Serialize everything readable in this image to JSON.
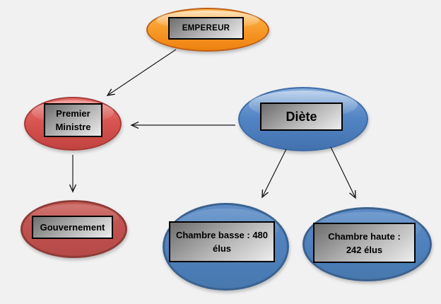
{
  "diagram": {
    "title_hint": "Structure institutionnelle (Empereur / Premier Ministre / Diète)",
    "background_color": "#f1f1f2",
    "arrow_color": "#1a1a1a",
    "label_box_style": {
      "text_color": "#000000",
      "gradient_from": "#6d6d6d",
      "gradient_to": "#ededed",
      "border_color": "#000000"
    },
    "nodes": [
      {
        "id": "empereur",
        "shape": "ellipse",
        "fill": "#f79928",
        "border": "#bd6018",
        "label_lines": [
          "EMPEREUR"
        ]
      },
      {
        "id": "premier-ministre",
        "shape": "ellipse",
        "fill": "#d5514d",
        "border": "#a63a37",
        "label_lines": [
          "Premier",
          "Ministre"
        ]
      },
      {
        "id": "diete",
        "shape": "ellipse",
        "fill": "#5385c5",
        "border": "#3e6ba6",
        "label_lines": [
          "Diète"
        ]
      },
      {
        "id": "gouvernement",
        "shape": "ellipse",
        "fill": "#bf504d",
        "border": "#8f3b38",
        "label_lines": [
          "Gouvernement"
        ]
      },
      {
        "id": "chambre-basse",
        "shape": "ellipse",
        "fill": "#4f81bd",
        "border": "#3b628f",
        "label_lines": [
          "Chambre basse : 480",
          "élus"
        ]
      },
      {
        "id": "chambre-haute",
        "shape": "ellipse",
        "fill": "#4f81bd",
        "border": "#3b628f",
        "label_lines": [
          "Chambre haute :",
          "242 élus"
        ]
      }
    ],
    "edges": [
      {
        "from": "empereur",
        "to": "premier-ministre"
      },
      {
        "from": "diete",
        "to": "premier-ministre"
      },
      {
        "from": "premier-ministre",
        "to": "gouvernement"
      },
      {
        "from": "diete",
        "to": "chambre-basse"
      },
      {
        "from": "diete",
        "to": "chambre-haute"
      }
    ]
  }
}
